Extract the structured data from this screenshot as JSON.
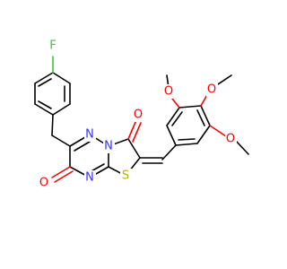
{
  "molecule": {
    "atoms": {
      "fluorine": "F",
      "nitrogen_1": "N",
      "nitrogen_2": "N",
      "nitrogen_3": "N",
      "sulfur": "S",
      "oxygen_keto_top": "O",
      "oxygen_keto_left": "O",
      "oxygen_methoxy_1": "O",
      "oxygen_methoxy_2": "O",
      "oxygen_methoxy_3": "O"
    },
    "colors": {
      "carbon": "#000000",
      "nitrogen": "#3333ff",
      "oxygen": "#ff0000",
      "sulfur": "#b2b200",
      "fluorine": "#33cc33"
    }
  }
}
